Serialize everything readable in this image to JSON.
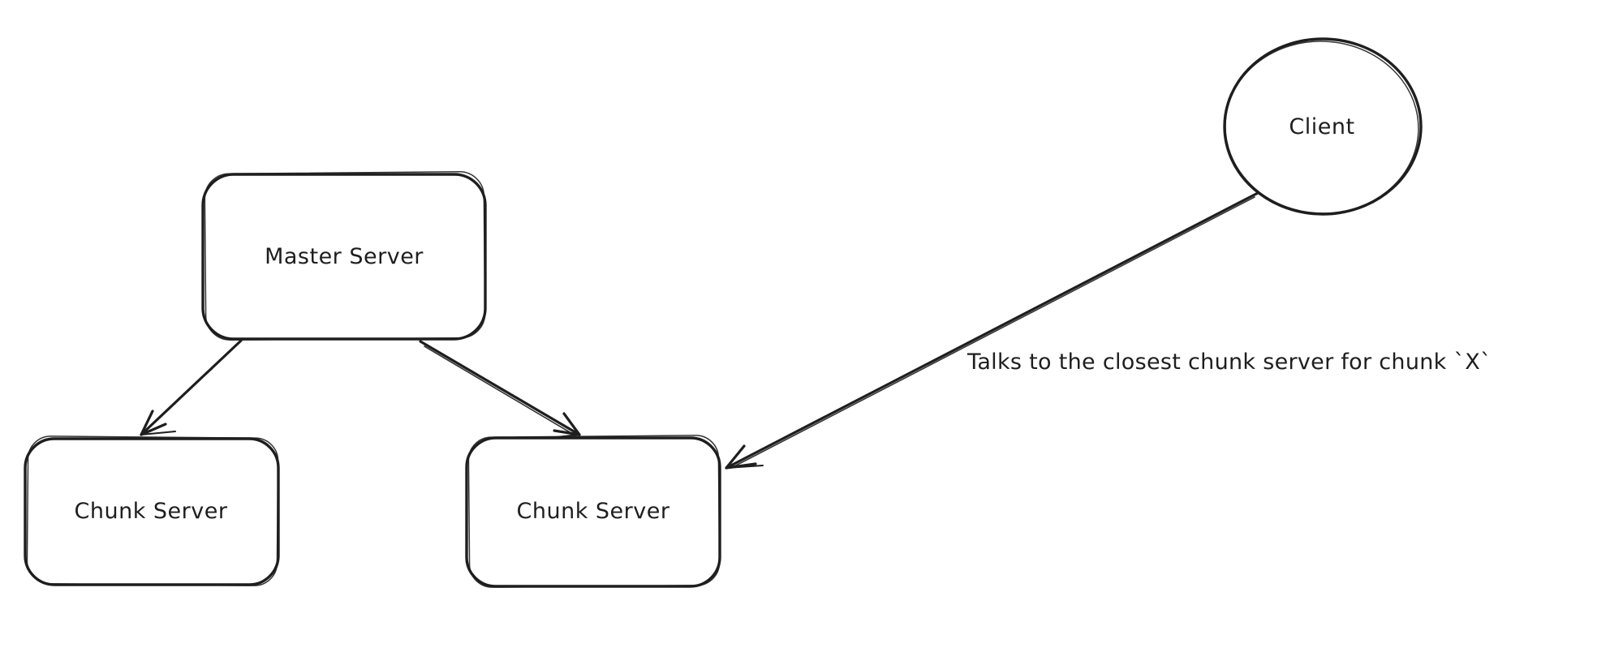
{
  "page": {
    "background_color": "#ffffff",
    "stroke_color": "#1e1e1e"
  },
  "diagram": {
    "type": "graph",
    "nodes": [
      {
        "id": "master-server",
        "shape": "rounded-rectangle",
        "label": "Master Server"
      },
      {
        "id": "chunk-server-left",
        "shape": "rounded-rectangle",
        "label": "Chunk Server"
      },
      {
        "id": "chunk-server-right",
        "shape": "rounded-rectangle",
        "label": "Chunk Server"
      },
      {
        "id": "client",
        "shape": "ellipse",
        "label": "Client"
      }
    ],
    "edges": [
      {
        "from": "master-server",
        "to": "chunk-server-left",
        "type": "arrow",
        "label": ""
      },
      {
        "from": "master-server",
        "to": "chunk-server-right",
        "type": "arrow",
        "label": ""
      },
      {
        "from": "client",
        "to": "chunk-server-right",
        "type": "arrow",
        "label": "Talks to the closest chunk server for chunk `X`"
      }
    ]
  }
}
